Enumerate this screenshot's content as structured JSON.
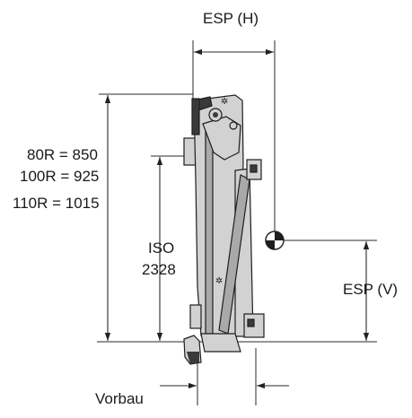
{
  "labels": {
    "esp_h": "ESP (H)",
    "esp_v": "ESP (V)",
    "r80": "80R = 850",
    "r100": "100R = 925",
    "r110": "110R = 1015",
    "iso": "ISO",
    "iso_value": "2328",
    "vorbau": "Vorbau"
  },
  "colors": {
    "ink": "#1a1a1a",
    "body": "#d2d2d2",
    "shade": "#a9a9a9"
  }
}
